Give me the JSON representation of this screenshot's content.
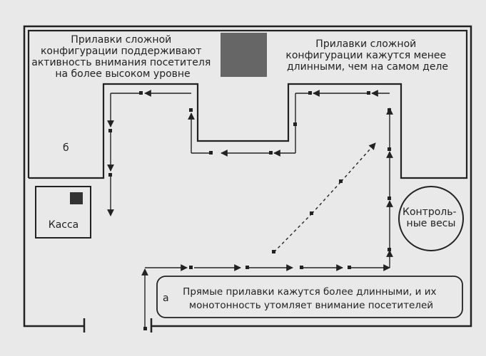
{
  "labels": {
    "top_left_note": [
      "Прилавки сложной",
      "конфигурации поддерживают",
      "активность внимания посетителя",
      "на более высоком уровне"
    ],
    "top_right_note": [
      "Прилавки сложной",
      "конфигурации кажутся менее",
      "длинными, чем на самом деле"
    ],
    "label_b": "б",
    "label_a": "а",
    "cashier": "Касса",
    "scales": [
      "Контроль-",
      "ные весы"
    ],
    "bottom_note": [
      "Прямые прилавки кажутся более длинными, и их",
      "монотонность утомляет внимание посетителей"
    ]
  },
  "colors": {
    "background": "#e9e9e9",
    "line": "#222222",
    "block": "#666666",
    "register_square": "#333333"
  }
}
